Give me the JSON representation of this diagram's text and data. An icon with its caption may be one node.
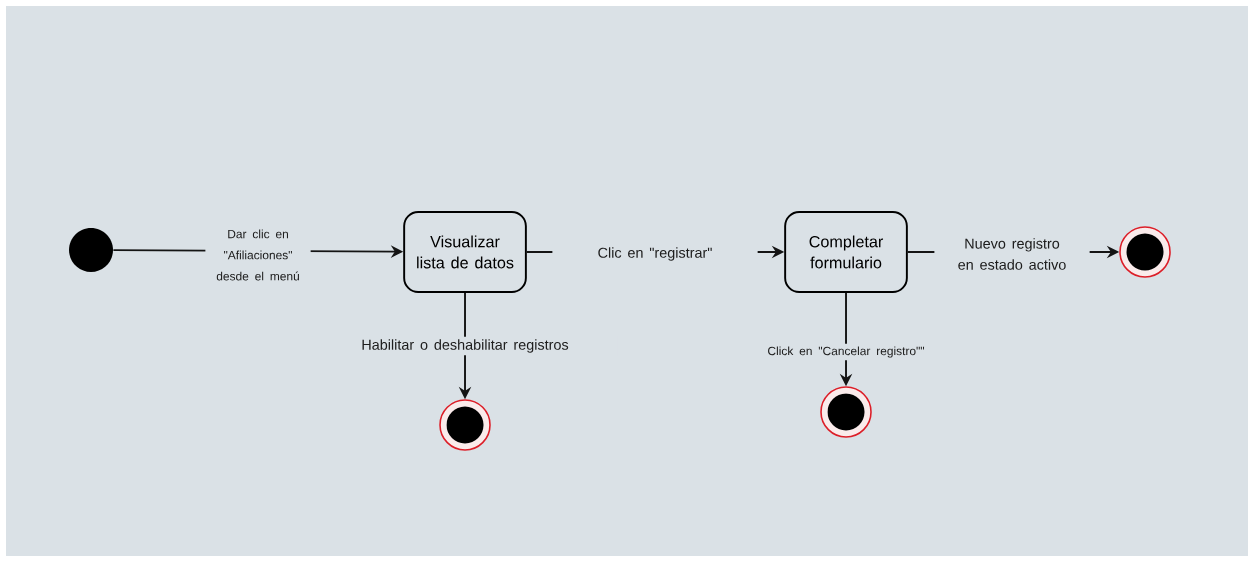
{
  "diagram": {
    "nodes": [
      {
        "text": [],
        "shape": "circle"
      },
      {
        "text": [
          "Visualizar lista de datos"
        ]
      },
      {
        "text": [
          "Completar formulario"
        ]
      },
      {
        "text": [],
        "shape": "bullseye"
      },
      {
        "text": [],
        "shape": "bullseye"
      },
      {
        "text": [],
        "shape": "bullseye"
      }
    ],
    "edges": [
      {
        "from": 0,
        "to": 1,
        "arrow": "to",
        "label": "Dar clic en \"Afiliaciones\" desde el menú"
      },
      {
        "from": 1,
        "to": 2,
        "arrow": "to",
        "label": "Clic en \"registrar\""
      },
      {
        "from": 2,
        "to": 5,
        "arrow": "to",
        "label": "Nuevo registro en estado activo"
      },
      {
        "from": 1,
        "to": 3,
        "arrow": "to",
        "label": "Habilitar o deshabilitar registros"
      },
      {
        "from": 2,
        "to": 4,
        "arrow": "to",
        "label": "Click en \"Cancelar registro\"\""
      }
    ]
  }
}
